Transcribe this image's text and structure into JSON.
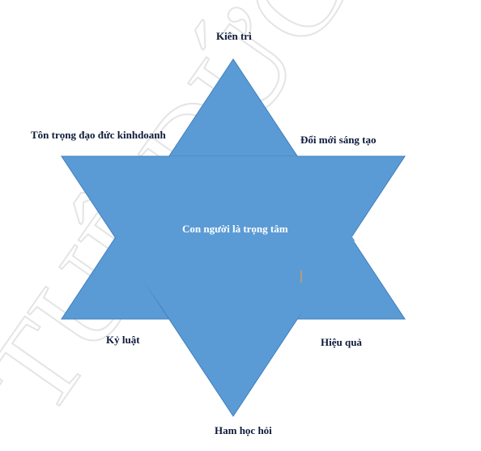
{
  "colors": {
    "star_fill": "#5b9bd5",
    "star_stroke": "#3f7fbe",
    "label_text": "#0d1a3a",
    "center_text": "#ffffff",
    "watermark": "#e6e6e6"
  },
  "diagram": {
    "center": "Con người là trọng tâm",
    "points": {
      "top": "Kiên trì",
      "upper_left": "Tôn trọng đạo đức kinhdoanh",
      "upper_right": "Đổi mới sáng tạo",
      "lower_left": "Kỷ luật",
      "lower_right": "Hiệu quả",
      "bottom": "Ham học hỏi"
    }
  },
  "watermark": {
    "text": "TUỆ ĐỨC"
  }
}
